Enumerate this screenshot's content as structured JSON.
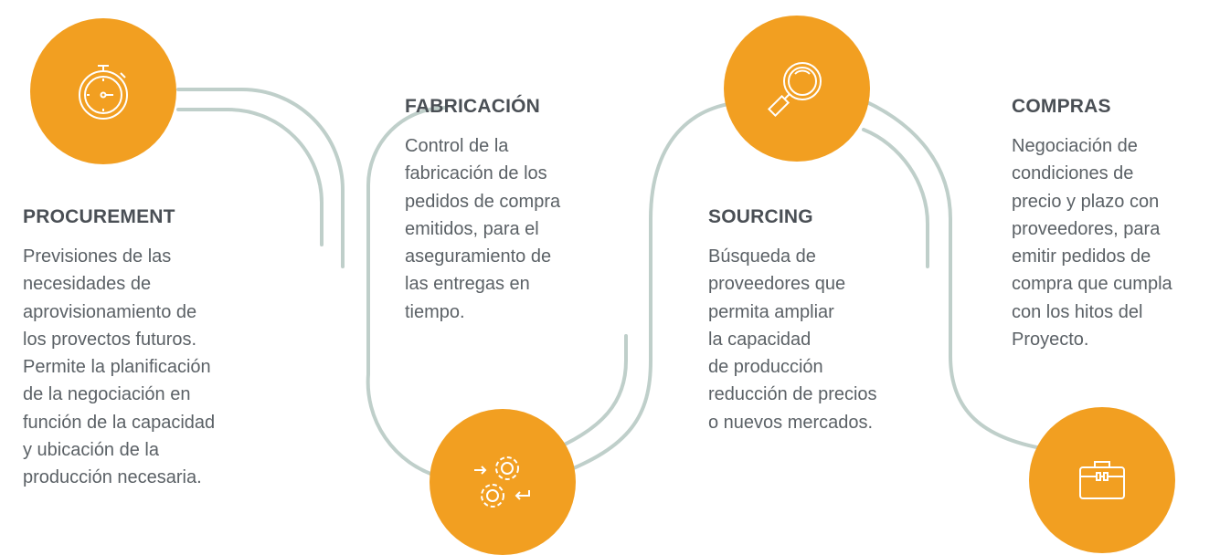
{
  "colors": {
    "accent": "#f29f21",
    "connector": "#bfcfca",
    "heading": "#4a4f55",
    "text": "#5b6166"
  },
  "steps": [
    {
      "title": "PROCUREMENT",
      "icon": "stopwatch-icon",
      "lines": [
        "Previsiones de las",
        "necesidades de",
        "aprovisionamiento de",
        "los provectos futuros.",
        "Permite la planificación",
        "de la negociación en",
        "función de la capacidad",
        "y ubicación de la",
        "producción necesaria."
      ]
    },
    {
      "title": "FABRICACIÓN",
      "icon": "gears-icon",
      "lines": [
        "Control de la",
        "fabricación de los",
        "pedidos de compra",
        "emitidos, para el",
        "aseguramiento de",
        "las entregas en",
        "tiempo."
      ]
    },
    {
      "title": "SOURCING",
      "icon": "magnifier-icon",
      "lines": [
        "Búsqueda de",
        "proveedores que",
        "permita ampliar",
        "la capacidad",
        "de producción",
        "reducción de precios",
        "o nuevos mercados."
      ]
    },
    {
      "title": "COMPRAS",
      "icon": "briefcase-icon",
      "lines": [
        "Negociación de",
        "condiciones de",
        "precio y plazo con",
        "proveedores, para",
        "emitir pedidos de",
        "compra que cumpla",
        "con los hitos del",
        "Proyecto."
      ]
    }
  ]
}
